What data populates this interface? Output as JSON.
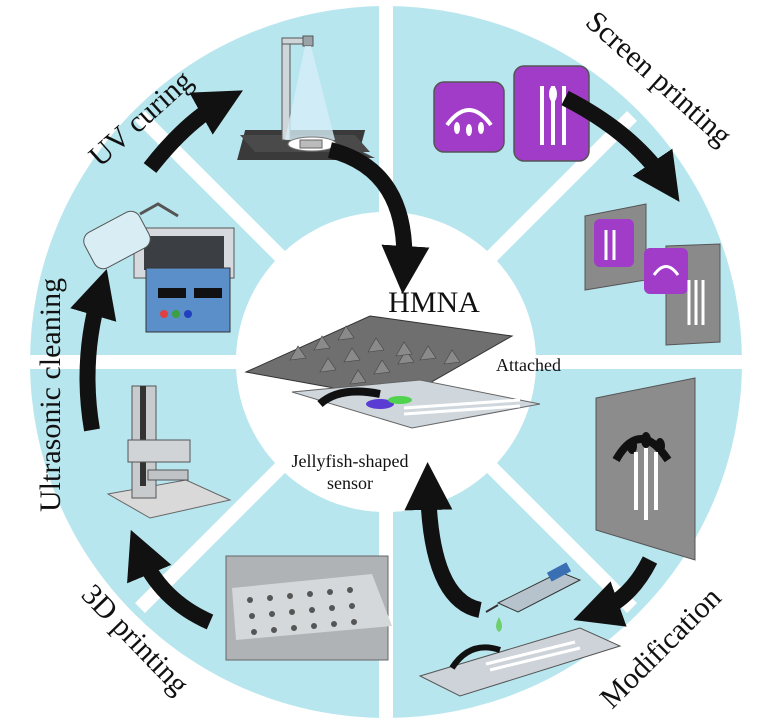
{
  "center": {
    "title": "HMNA",
    "attached_label": "Attached",
    "sensor_label_line1": "Jellyfish-shaped",
    "sensor_label_line2": "sensor"
  },
  "steps": {
    "uv_curing": "UV curing",
    "screen_printing": "Screen printing",
    "modification": "Modification",
    "printing_3d": "3D printing",
    "ultrasonic_cleaning": "Ultrasonic cleaning"
  },
  "colors": {
    "ring": "#b8e6ee",
    "panel": "#a6dde8",
    "purple": "#a03cc8",
    "arrow": "#111111"
  },
  "icons": [
    "uv-lamp-icon",
    "stencil-icon",
    "sensor-sheet-icon",
    "pipette-icon",
    "microneedle-array-icon",
    "3d-printer-icon",
    "ultrasonic-bath-icon",
    "wash-bottle-icon"
  ]
}
